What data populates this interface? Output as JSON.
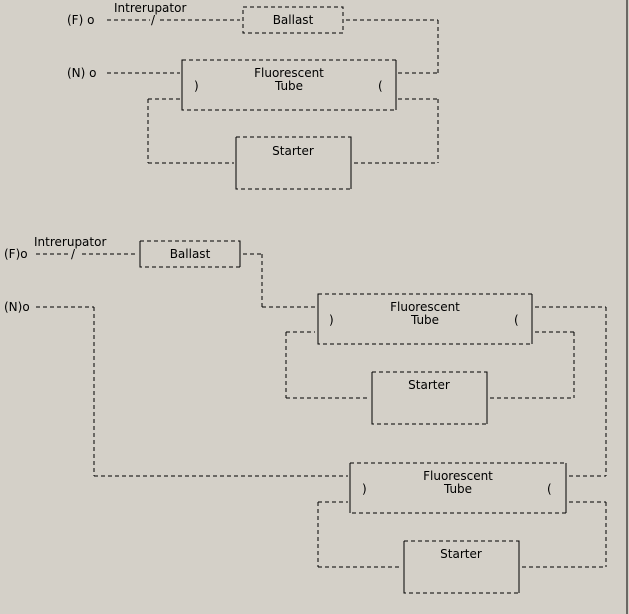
{
  "labels": {
    "interruptor": "Intrerupator",
    "ballast": "Ballast",
    "tube_line1": "Fluorescent",
    "tube_line2": "Tube",
    "starter": "Starter",
    "phase_spaced": "(F) o",
    "neutral_spaced": "(N) o",
    "phase_compact": "(F)o",
    "neutral_compact": "(N)o",
    "switch_symbol": "/",
    "filament_left": ")",
    "filament_right": "("
  },
  "colors": {
    "background": "#d4d0c8",
    "ink": "#000000"
  }
}
